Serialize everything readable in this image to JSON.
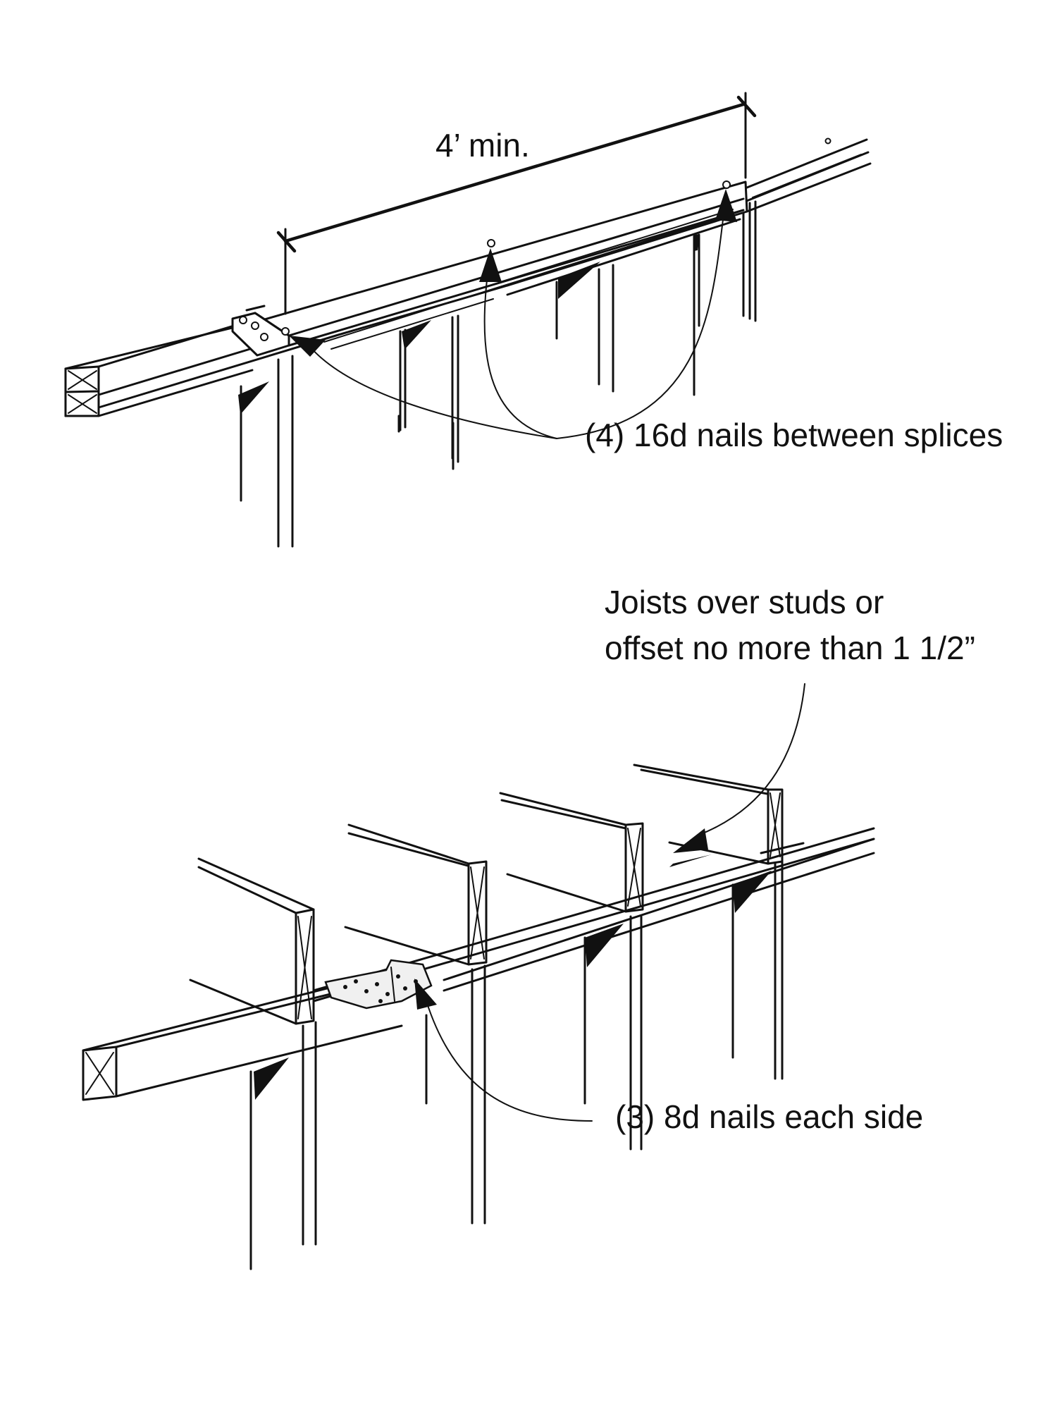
{
  "diagram": {
    "top_view": {
      "dimension_label": "4’ min.",
      "callout": "(4) 16d nails between splices"
    },
    "bottom_view": {
      "callout_joists": [
        "Joists over studs or",
        "offset no more than 1 1/2”"
      ],
      "callout_plate": "(3) 8d nails each side"
    }
  }
}
